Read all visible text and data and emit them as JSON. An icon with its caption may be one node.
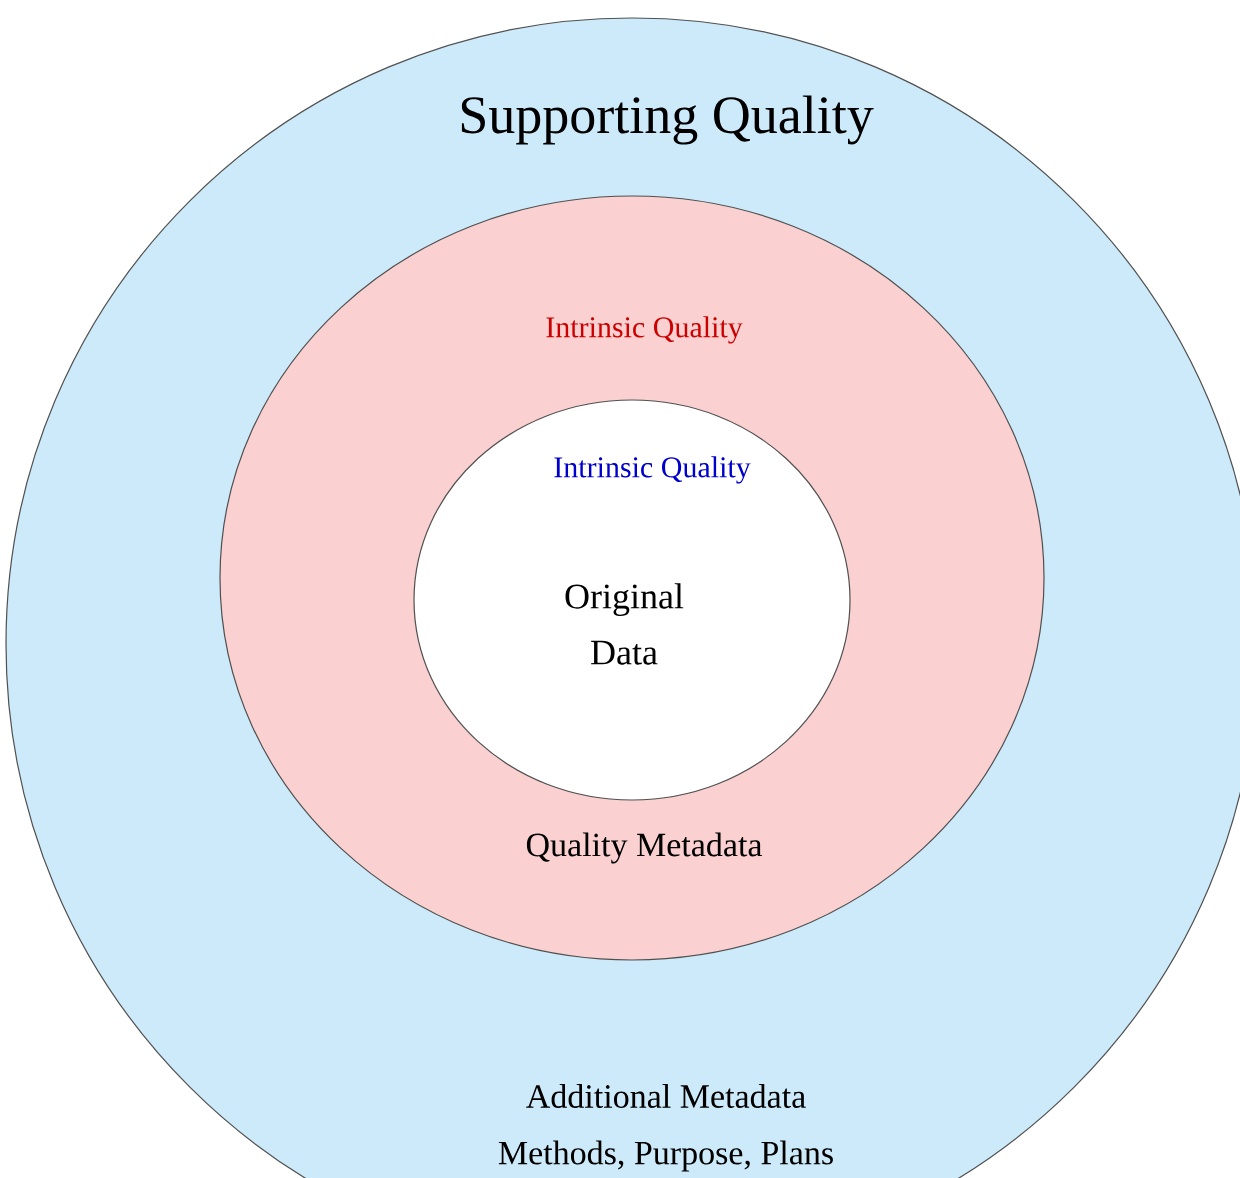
{
  "diagram": {
    "nodes": [
      {
        "text": [
          "Supporting Quality",
          "Additional Metadata",
          "Methods, Purpose, Plans"
        ]
      },
      {
        "text": [
          "Intrinsic Quality",
          "Quality Metadata"
        ],
        "in": 0
      },
      {
        "text": [
          "Intrinsic Quality",
          "Original Data"
        ],
        "in": 1
      }
    ]
  }
}
